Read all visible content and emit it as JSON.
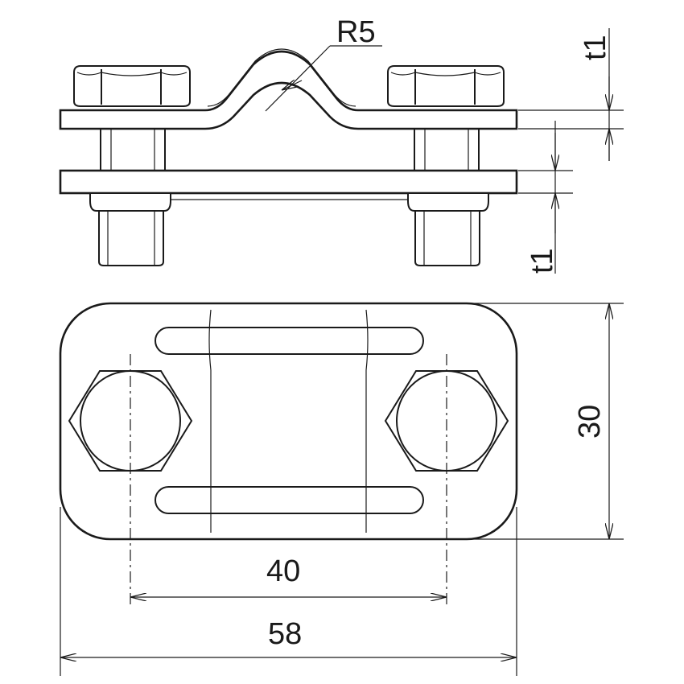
{
  "labels": {
    "radius": "R5",
    "thickness_top": "t1",
    "thickness_bottom": "t1",
    "height": "30",
    "bolt_spacing": "40",
    "overall_length": "58"
  }
}
